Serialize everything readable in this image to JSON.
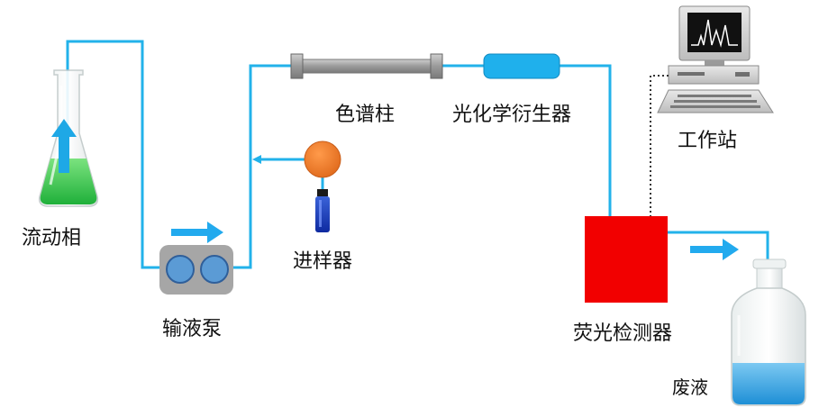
{
  "labels": {
    "mobile_phase": "流动相",
    "pump": "输液泵",
    "injector": "进样器",
    "column": "色谱柱",
    "derivatizer": "光化学衍生器",
    "workstation": "工作站",
    "detector": "荧光检测器",
    "waste": "废液"
  },
  "colors": {
    "tubing": "#22b2ea",
    "arrow": "#22aaee",
    "mobile_phase_liquid": "#3ed65a",
    "pump_body": "#a6a6a6",
    "pump_heads": "#5b9bd5",
    "injector_valve": "#f07a2c",
    "column_body": "#a8a8a8",
    "derivatizer_body": "#1fb0ec",
    "detector_body": "#f20000",
    "waste_liquid": "#3aa9e6",
    "signal_line": "#333333"
  },
  "icons": {
    "mobile_phase": "erlenmeyer-flask-icon",
    "pump": "pump-icon",
    "injector": "sample-vial-icon",
    "workstation": "computer-icon",
    "waste": "reagent-bottle-icon"
  }
}
